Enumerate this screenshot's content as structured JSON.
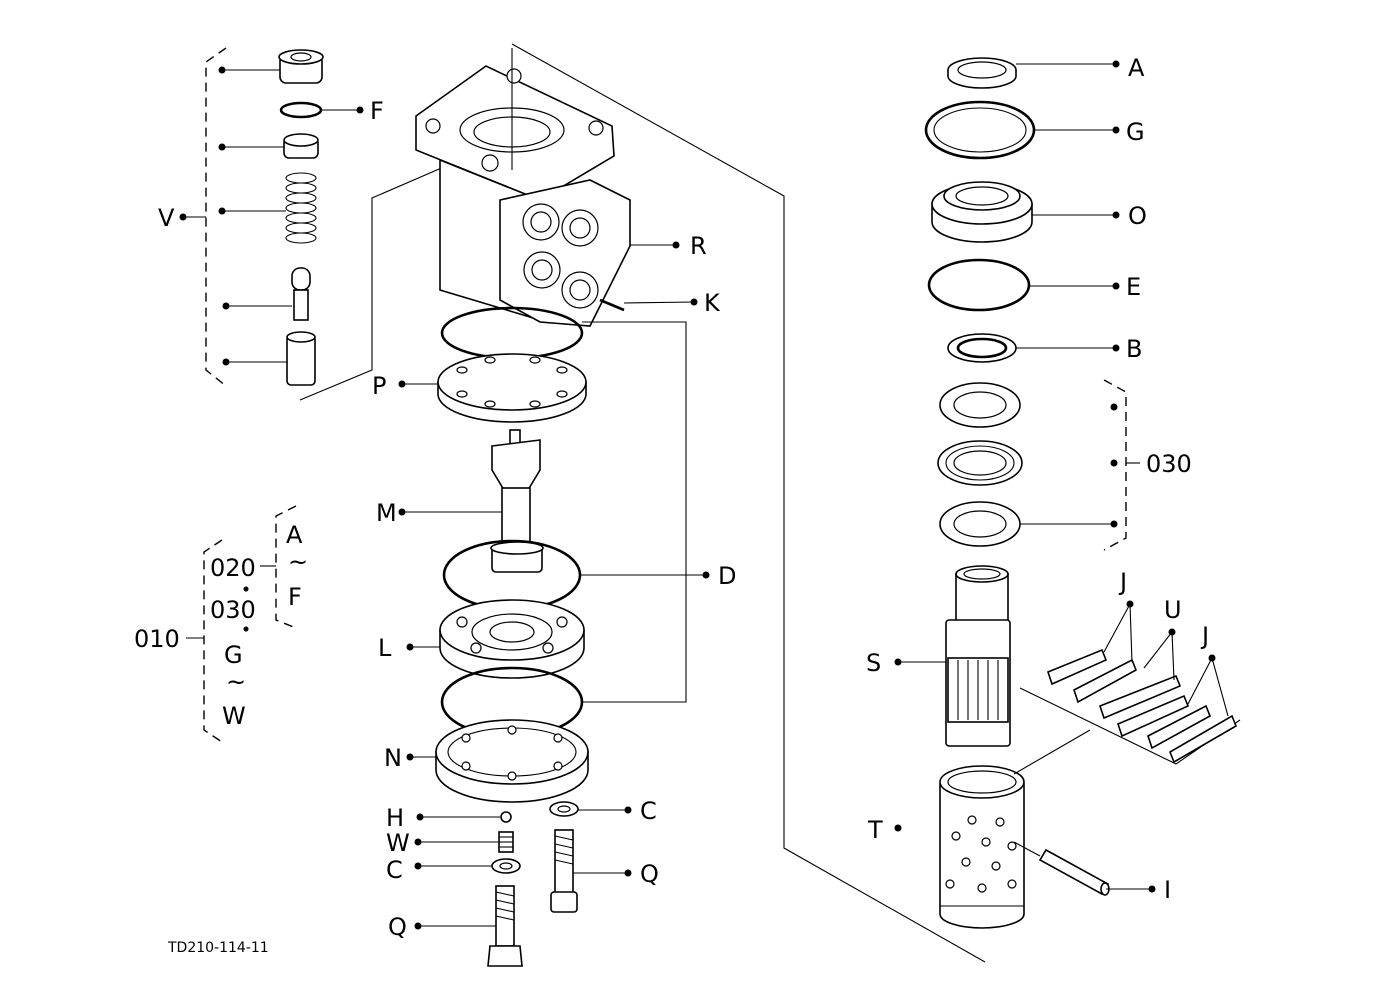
{
  "labels": {
    "A": "A",
    "G": "G",
    "O": "O",
    "E": "E",
    "B": "B",
    "o030": "030",
    "J1": "J",
    "U": "U",
    "J2": "J",
    "S": "S",
    "T": "T",
    "I": "I",
    "F": "F",
    "V": "V",
    "R": "R",
    "K": "K",
    "P": "P",
    "M": "M",
    "D": "D",
    "L": "L",
    "N": "N",
    "H": "H",
    "W": "W",
    "C1": "C",
    "C2": "C",
    "Q1": "Q",
    "Q2": "Q"
  },
  "kit": {
    "main": "010",
    "sub1": "020",
    "sub2": "030",
    "g": "G",
    "w": "W",
    "a": "A",
    "f": "F",
    "tilde": "~",
    "sep": "・"
  },
  "figure_code": "TD210-114-11"
}
